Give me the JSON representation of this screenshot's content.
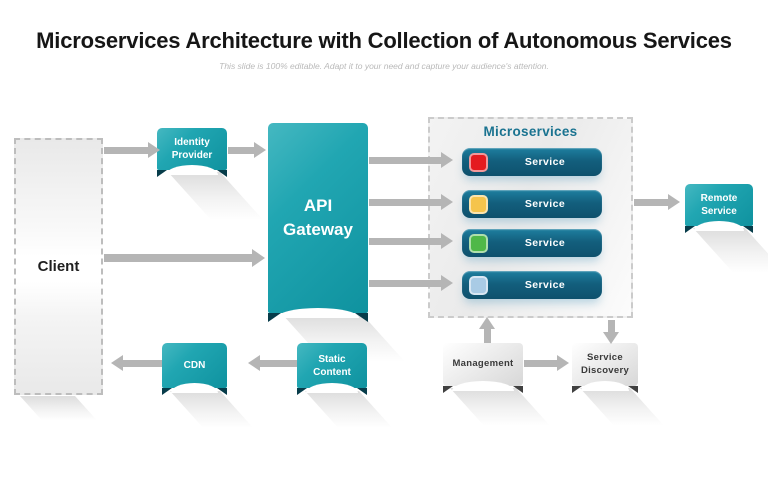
{
  "slide": {
    "title": "Microservices Architecture with Collection of Autonomous Services",
    "subtitle": "This slide is 100% editable. Adapt it to your need and capture your audience's attention."
  },
  "nodes": {
    "client": {
      "label": "Client"
    },
    "identity_provider": {
      "label": "Identity Provider"
    },
    "api_gateway": {
      "label": "API Gateway"
    },
    "microservices": {
      "title": "Microservices",
      "services": [
        {
          "label": "Service",
          "icon_color": "#e41b1f"
        },
        {
          "label": "Service",
          "icon_color": "#f5c44c"
        },
        {
          "label": "Service",
          "icon_color": "#4fb848"
        },
        {
          "label": "Service",
          "icon_color": "#a9cbe5"
        }
      ]
    },
    "remote_service": {
      "label": "Remote Service"
    },
    "cdn": {
      "label": "CDN"
    },
    "static_content": {
      "label": "Static Content"
    },
    "management": {
      "label": "Management"
    },
    "service_discovery": {
      "label": "Service Discovery"
    }
  },
  "colors": {
    "teal": "#18a0ad",
    "teal_dark": "#073c4a",
    "service_bar": "#135f7d",
    "arrow": "#b5b5b5",
    "microservices_heading": "#1a7390"
  }
}
